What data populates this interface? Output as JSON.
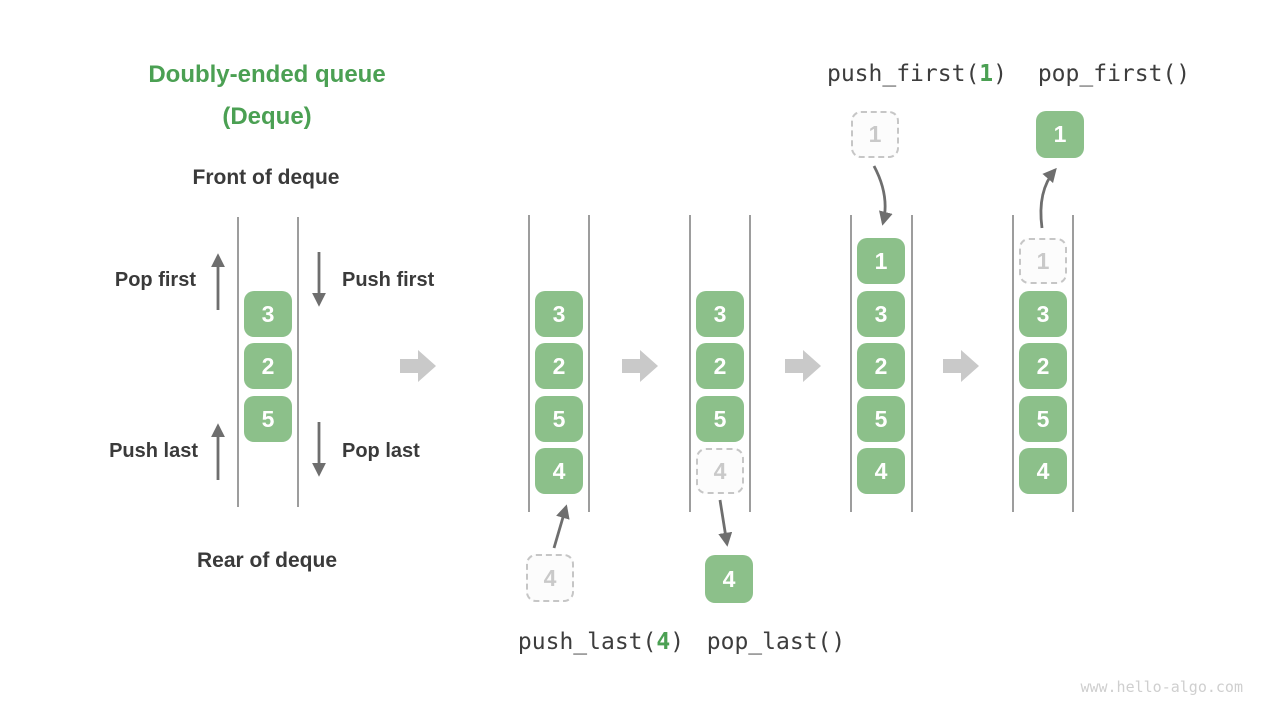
{
  "title": {
    "line1": "Doubly-ended queue",
    "line2": "(Deque)"
  },
  "labels": {
    "front_of_deque": "Front of deque",
    "rear_of_deque": "Rear of deque",
    "pop_first": "Pop first",
    "push_first": "Push first",
    "push_last": "Push last",
    "pop_last": "Pop last"
  },
  "operations": {
    "push_last": {
      "prefix": "push_last(",
      "arg": "4",
      "suffix": ")"
    },
    "pop_last": "pop_last()",
    "push_first": {
      "prefix": "push_first(",
      "arg": "1",
      "suffix": ")"
    },
    "pop_first": "pop_first()"
  },
  "queues": {
    "q1": {
      "cells": [
        "3",
        "2",
        "5"
      ]
    },
    "q2": {
      "cells": [
        "3",
        "2",
        "5",
        "4"
      ],
      "staged": "4"
    },
    "q3": {
      "cells": [
        "3",
        "2",
        "5"
      ],
      "ghost": "4",
      "popped": "4"
    },
    "q4": {
      "cells": [
        "1",
        "3",
        "2",
        "5",
        "4"
      ],
      "staged": "1"
    },
    "q5": {
      "cells": [
        "3",
        "2",
        "5",
        "4"
      ],
      "ghost": "1",
      "popped": "1"
    }
  },
  "watermark": "www.hello-algo.com",
  "colors": {
    "cell_green": "#8cc08a",
    "title_green": "#4ba053",
    "text_dark": "#3a3a3a",
    "ghost_border_gray": "#c6c6c6",
    "thin_arrow_gray": "#6e6e6e",
    "block_arrow_gray": "#c9c9c9",
    "channel_line_gray": "#7d7d7d",
    "watermark_gray": "#cfcfcf"
  }
}
